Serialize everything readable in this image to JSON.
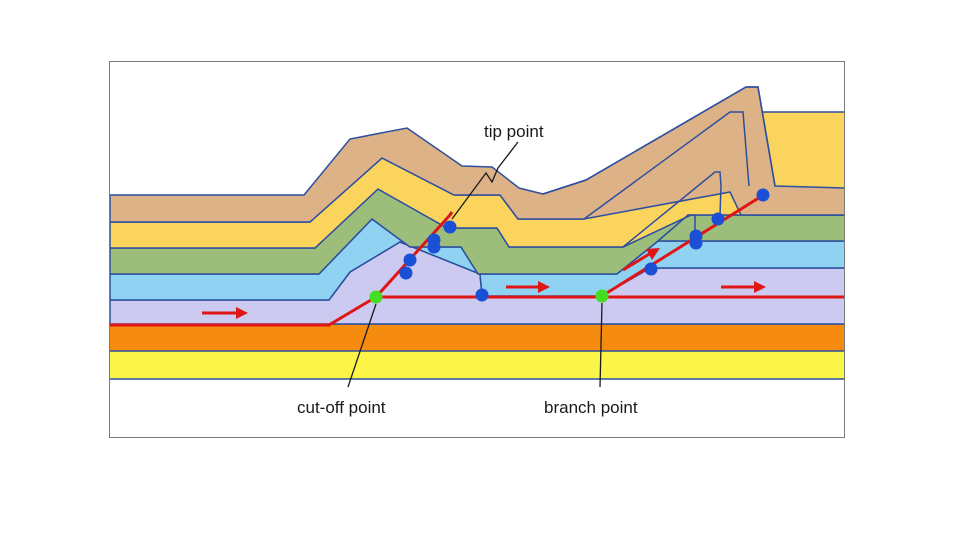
{
  "labels": {
    "tip_point": "tip point",
    "cutoff_point": "cut-off point",
    "branch_point": "branch point"
  },
  "colors": {
    "background": "#ffffff",
    "frame": "#7a7a7a",
    "layer_tan": "#deb287",
    "layer_yellow": "#fad45c",
    "layer_green": "#9cbe7a",
    "layer_blue": "#8fd2f2",
    "layer_lavender": "#cccaf0",
    "layer_orange": "#f58c0f",
    "layer_bright_yellow": "#fbf54a",
    "outline": "#2c4fa0",
    "fault": "#e01515",
    "blue_point": "#1a4fd6",
    "green_point": "#44dd22",
    "leader": "#1a1a1a"
  },
  "legend_items": [
    {
      "name": "tip-point-label",
      "bind": "labels.tip_point"
    },
    {
      "name": "cutoff-point-label",
      "bind": "labels.cutoff_point"
    },
    {
      "name": "branch-point-label",
      "bind": "labels.branch_point"
    }
  ]
}
